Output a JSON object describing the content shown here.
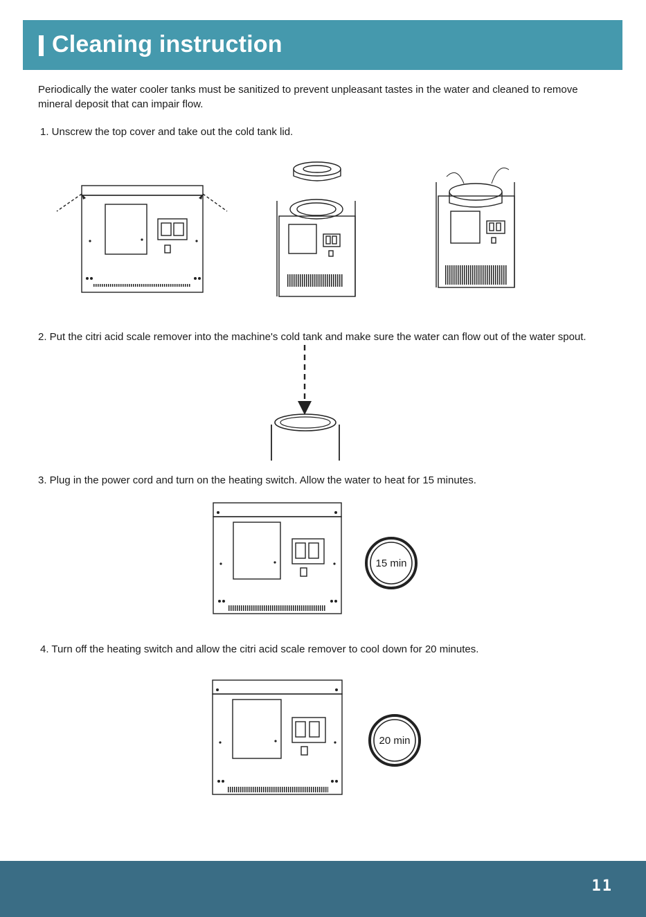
{
  "header": {
    "title": "Cleaning instruction"
  },
  "intro": "Periodically the water cooler tanks must be sanitized to prevent unpleasant tastes in the water and cleaned to remove mineral deposit that can impair flow.",
  "steps": [
    {
      "text": "1. Unscrew the top cover and take out the cold tank lid."
    },
    {
      "text": "2. Put the citri acid scale remover into the machine's cold tank and make sure the water can flow out of the water spout."
    },
    {
      "text": "3. Plug in the power cord and turn on the heating switch. Allow the water to heat for 15 minutes.",
      "timer": "15 min"
    },
    {
      "text": "4. Turn off the heating switch and allow the citri acid scale remover to cool down for 20 minutes.",
      "timer": "20 min"
    }
  ],
  "footer": {
    "page_number": "11"
  },
  "colors": {
    "header_bg": "#4599ad",
    "footer_bg": "#3a6d85"
  }
}
